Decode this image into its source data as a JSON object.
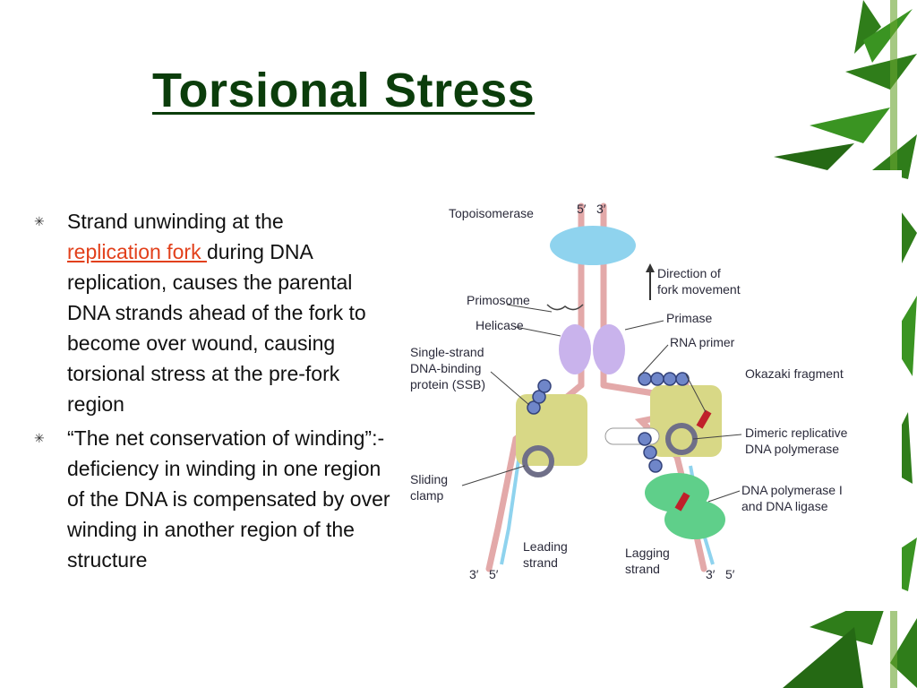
{
  "slide": {
    "title": "Torsional Stress",
    "bullet1": {
      "before": "Strand unwinding at the",
      "link": "replication fork ",
      "after": "during DNA replication, causes the parental DNA strands ahead of the fork to become over wound, causing torsional stress at the pre-fork region"
    },
    "bullet2": "“The net conservation of winding”:- deficiency in winding in one region of the DNA is compensated by over winding in another region of the structure"
  },
  "diagram": {
    "labels": {
      "topoisomerase": "Topoisomerase",
      "five_top": "5′",
      "three_top": "3′",
      "direction1": "Direction of",
      "direction2": "fork movement",
      "primosome": "Primosome",
      "helicase": "Helicase",
      "primase": "Primase",
      "rna_primer": "RNA primer",
      "ssb1": "Single-strand",
      "ssb2": "DNA-binding",
      "ssb3": "protein (SSB)",
      "okazaki": "Okazaki fragment",
      "dimeric1": "Dimeric replicative",
      "dimeric2": "DNA polymerase",
      "sliding1": "Sliding",
      "sliding2": "clamp",
      "pol1_1": "DNA polymerase I",
      "pol1_2": "and DNA ligase",
      "leading1": "Leading",
      "leading2": "strand",
      "lagging1": "Lagging",
      "lagging2": "strand",
      "b_three_left": "3′",
      "b_five_left": "5′",
      "b_three_right": "3′",
      "b_five_right": "5′"
    }
  },
  "colors": {
    "title": "#0b3d0b",
    "link": "#e2401b",
    "dna_strand": "#e3a9a9",
    "helicase": "#c9b3ec",
    "topoisomerase": "#8fd3ee",
    "polymerase": "#d8d886",
    "polymerase_i": "#5fcf8a",
    "ssb": "#6f86c9",
    "rna_primer": "#c0202a",
    "bamboo": "#2f7d1a"
  }
}
